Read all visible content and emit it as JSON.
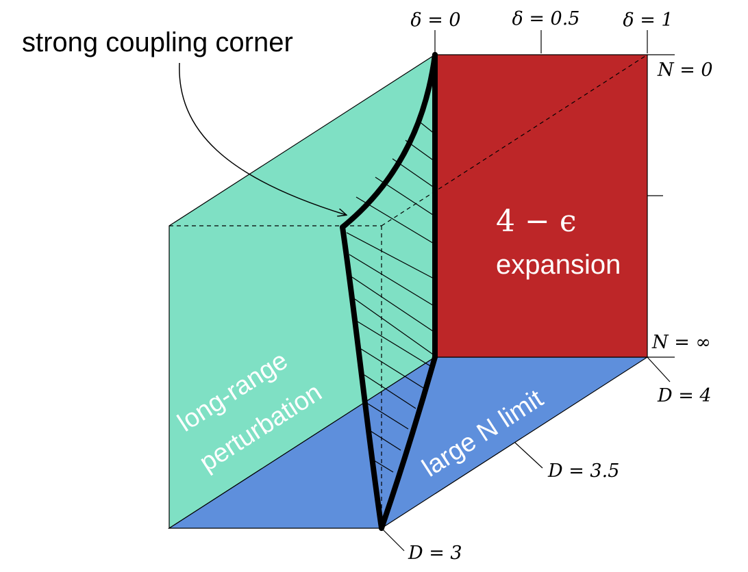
{
  "colors": {
    "long_range_face": "#7fe0c4",
    "large_n_face": "#5e8fdc",
    "epsilon_face": "#bd2628",
    "outline": "#000000"
  },
  "labels": {
    "corner": "strong coupling corner",
    "long_range": "long-range",
    "perturbation": "perturbation",
    "large_n": "large N limit",
    "epsilon": "4 − ϵ",
    "expansion": "expansion"
  },
  "ticks": {
    "delta0": "δ = 0",
    "delta05": "δ = 0.5",
    "delta1": "δ = 1",
    "n0": "N = 0",
    "ninf": "N = ∞",
    "d4": "D = 4",
    "d35": "D = 3.5",
    "d3": "D = 3"
  }
}
